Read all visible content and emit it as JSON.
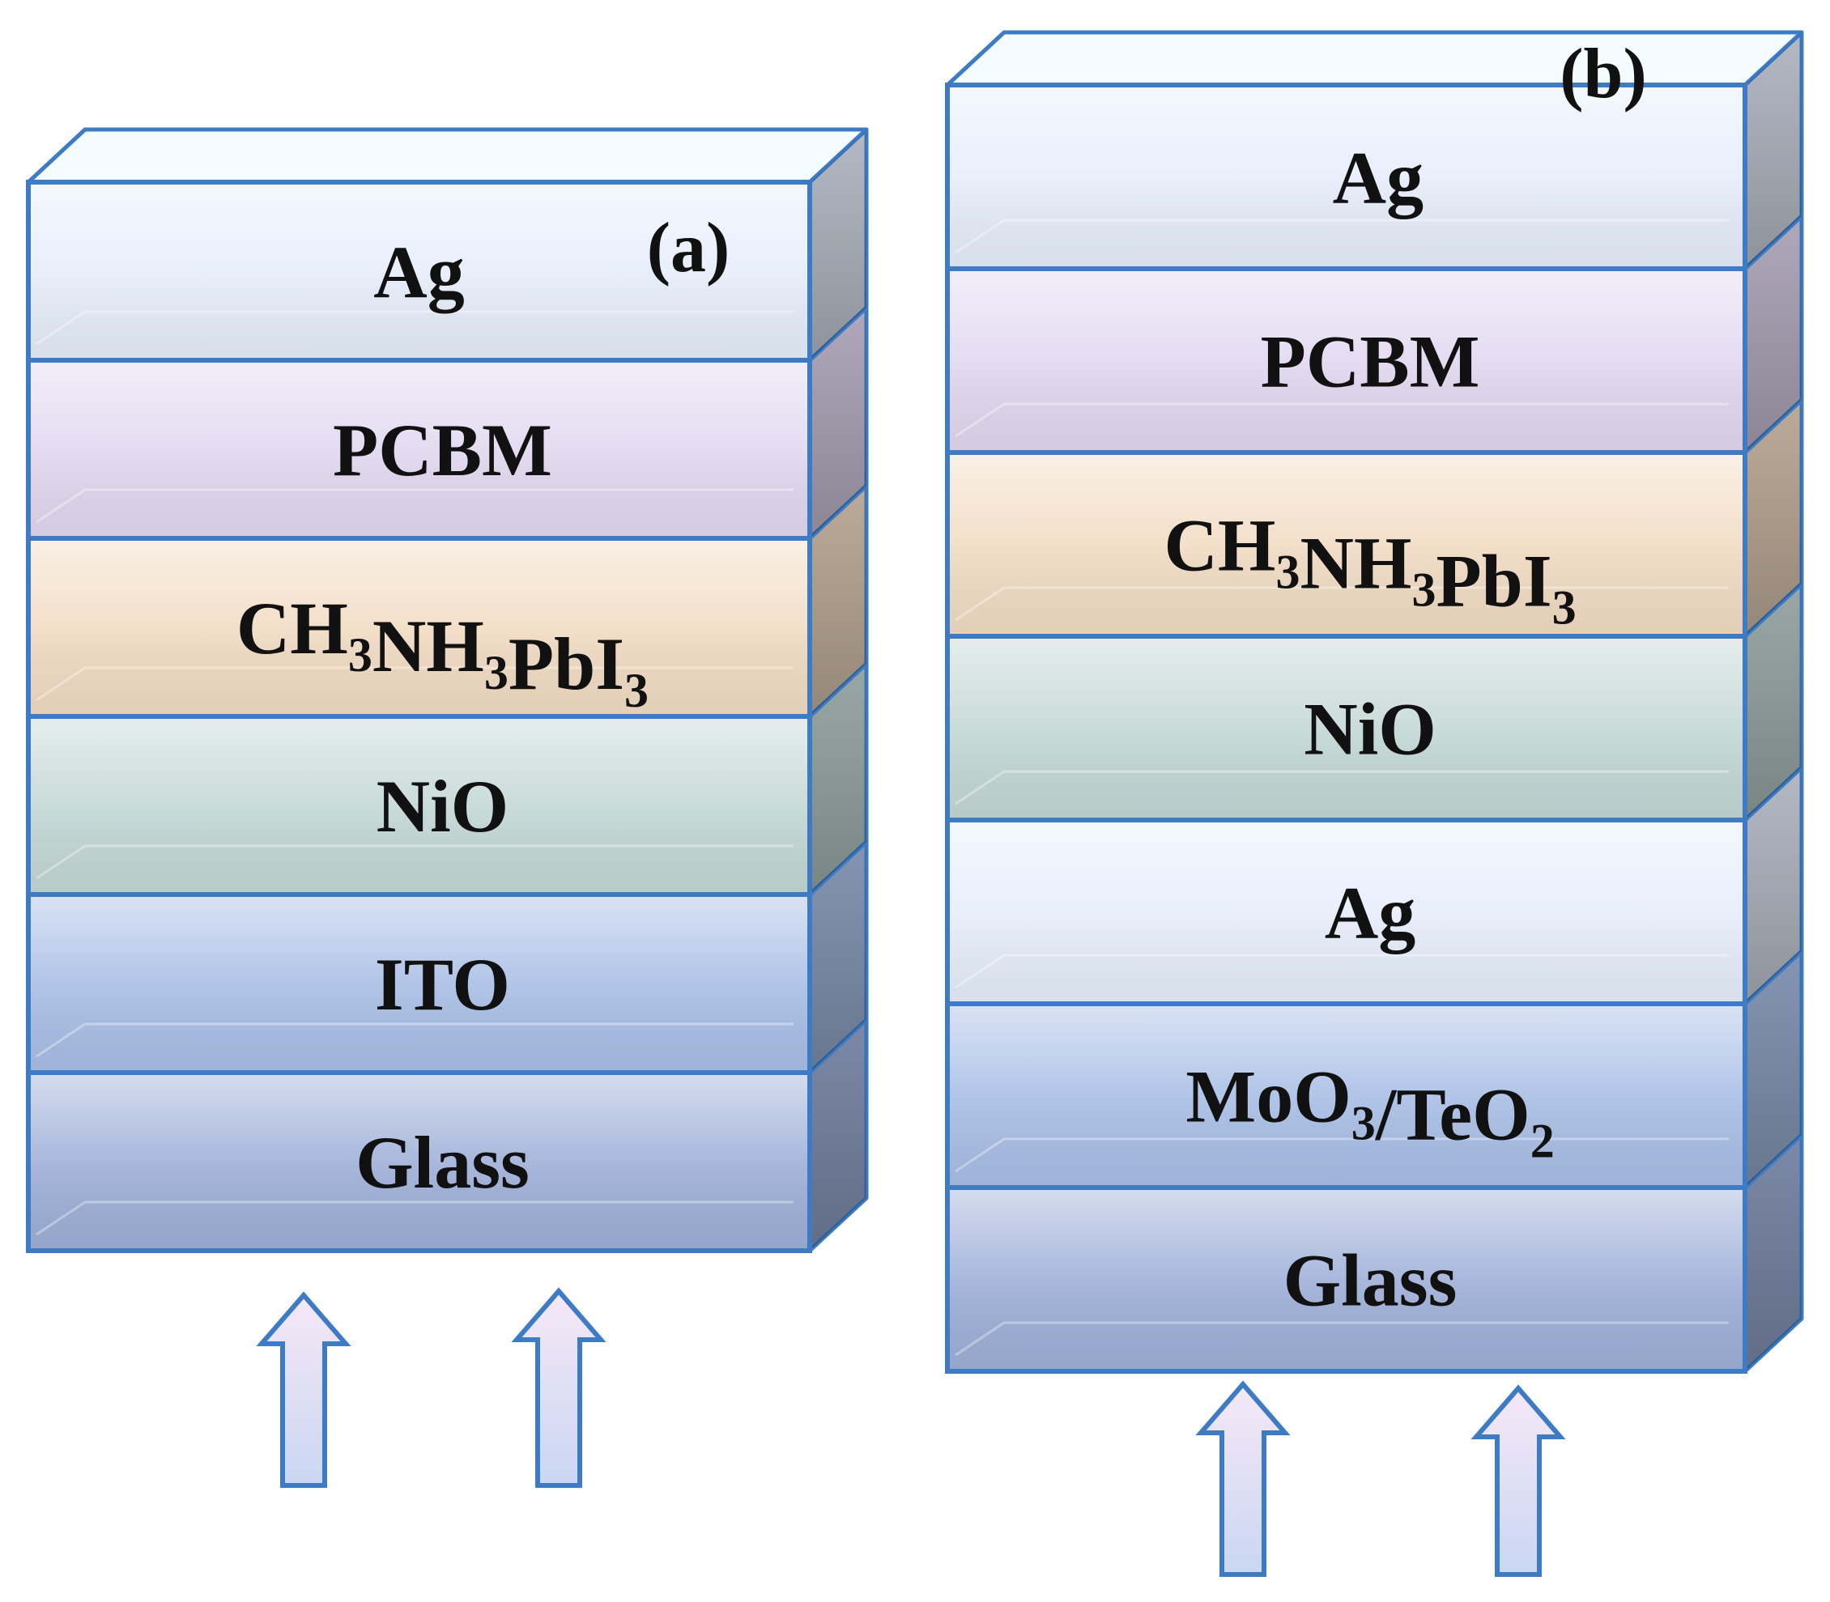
{
  "panels": [
    {
      "tag": "(a)",
      "layers": [
        {
          "label": "Ag",
          "sub": null,
          "color": "#e6eefb"
        },
        {
          "label": "PCBM",
          "sub": null,
          "color": "#e2d8f0"
        },
        {
          "label": "CH3NH3PbI3",
          "sub": [
            "3",
            "3",
            "3"
          ],
          "color": "#f2dcc4"
        },
        {
          "label": "NiO",
          "sub": null,
          "color": "#c4d8d6"
        },
        {
          "label": "ITO",
          "sub": null,
          "color": "#a9bfe6"
        },
        {
          "label": "Glass",
          "sub": null,
          "color": "#9fb0d8"
        }
      ],
      "light_arrows": 2
    },
    {
      "tag": "(b)",
      "layers": [
        {
          "label": "Ag",
          "sub": null,
          "color": "#e6eefb"
        },
        {
          "label": "PCBM",
          "sub": null,
          "color": "#e2d8f0"
        },
        {
          "label": "CH3NH3PbI3",
          "sub": [
            "3",
            "3",
            "3"
          ],
          "color": "#f2dcc4"
        },
        {
          "label": "NiO",
          "sub": null,
          "color": "#c4d8d6"
        },
        {
          "label": "Ag",
          "sub": null,
          "color": "#e6eefb"
        },
        {
          "label": "MoO3/TeO2",
          "sub": [
            "3",
            "2"
          ],
          "color": "#a9bfe6"
        },
        {
          "label": "Glass",
          "sub": null,
          "color": "#9fb0d8"
        }
      ],
      "light_arrows": 2
    }
  ],
  "colors": {
    "outline": "#3d7cc4",
    "arrow_fill_top": "#f6e8f6",
    "arrow_fill_bottom": "#c9d6f2"
  }
}
